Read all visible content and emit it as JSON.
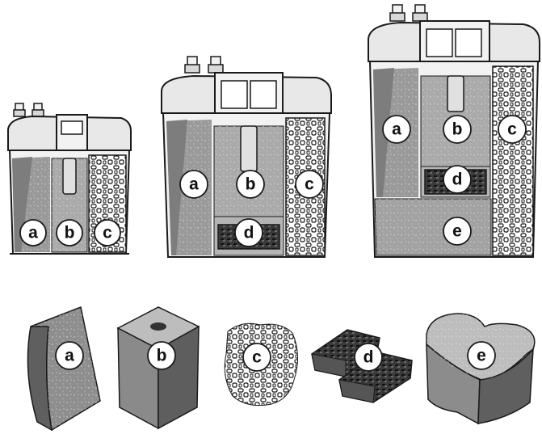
{
  "colors": {
    "outline": "#1a1a1a",
    "housing": "#f2f2f2",
    "lid": "#e8e8e8",
    "sponge_light": "#a9a9a9",
    "sponge_mid": "#8f8f8f",
    "sponge_dark": "#5f5f5f",
    "carbon": "#2a2a2a",
    "ceramic": "#ffffff",
    "label_fill": "#ffffff"
  },
  "filters": {
    "small": {
      "labels": [
        "a",
        "b",
        "c"
      ]
    },
    "medium": {
      "labels": [
        "a",
        "b",
        "c",
        "d"
      ]
    },
    "large": {
      "labels": [
        "a",
        "b",
        "c",
        "d",
        "e"
      ]
    }
  },
  "media": [
    {
      "label": "a",
      "icon": "curved-sponge-icon"
    },
    {
      "label": "b",
      "icon": "sponge-block-icon"
    },
    {
      "label": "c",
      "icon": "ceramic-rings-icon"
    },
    {
      "label": "d",
      "icon": "carbon-pads-icon"
    },
    {
      "label": "e",
      "icon": "shaped-sponge-icon"
    }
  ]
}
